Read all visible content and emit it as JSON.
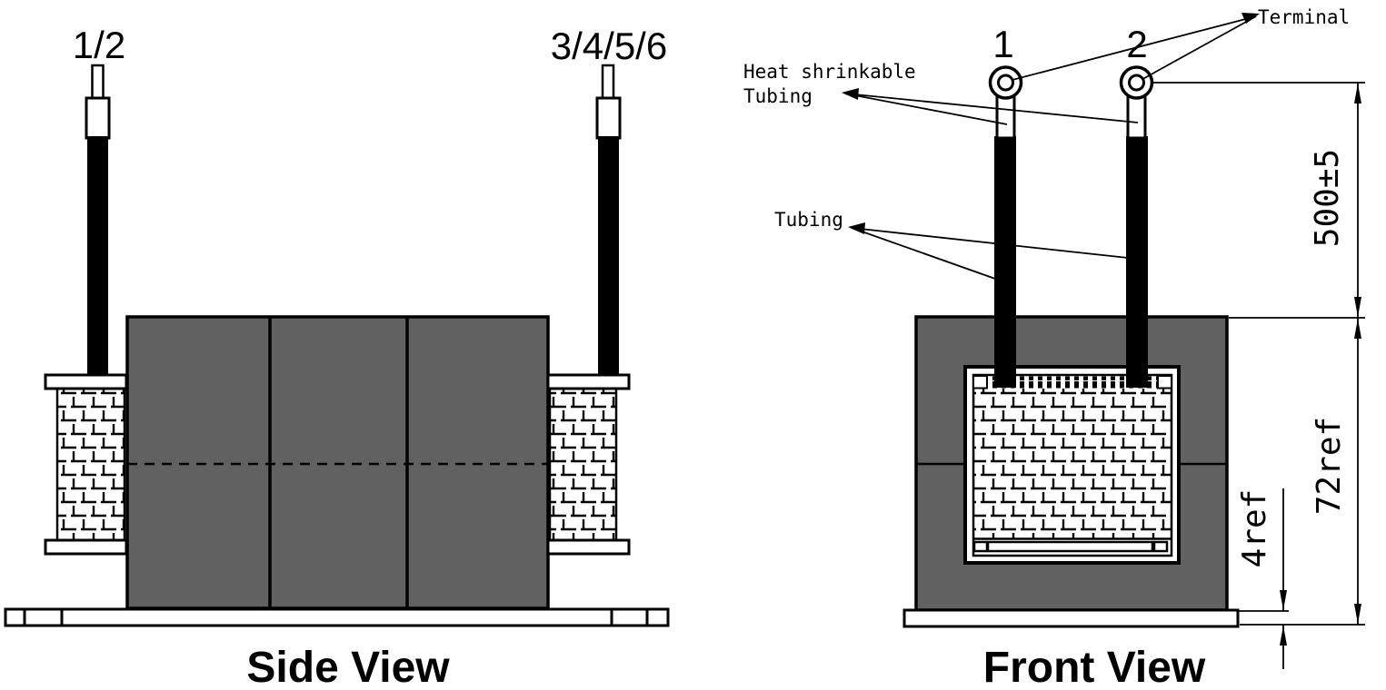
{
  "side_view": {
    "title": "Side View",
    "lead_left_label": "1/2",
    "lead_right_label": "3/4/5/6"
  },
  "front_view": {
    "title": "Front View",
    "lead1_label": "1",
    "lead2_label": "2",
    "terminal_label": "Terminal",
    "heat_shrink_label_line1": "Heat shrinkable",
    "heat_shrink_label_line2": "Tubing",
    "tubing_label": "Tubing",
    "dim_lead_length": "500±5",
    "dim_total_height": "72ref",
    "dim_plate_thickness": "4ref"
  },
  "colors": {
    "core_gray": "#616161",
    "line": "#000000",
    "background": "#ffffff"
  }
}
